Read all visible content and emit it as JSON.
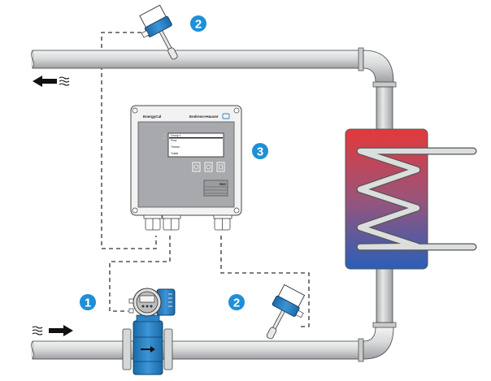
{
  "diagram": {
    "title": "Energy measurement system with flowmeter, temperature sensors and energy calculator",
    "callouts": [
      {
        "id": "callout-1",
        "number": "1",
        "refers_to": "flowmeter"
      },
      {
        "id": "callout-2-top",
        "number": "2",
        "refers_to": "temperature-sensor-return"
      },
      {
        "id": "callout-2-bottom",
        "number": "2",
        "refers_to": "temperature-sensor-supply"
      },
      {
        "id": "callout-3",
        "number": "3",
        "refers_to": "energy-calculator"
      }
    ],
    "colors": {
      "callout_blue": "#1f8fd6",
      "device_blue": "#2b82c4",
      "pipe_light": "#e6e7e8",
      "pipe_dark": "#9ea1a4",
      "exchanger_hot": "#e23a3a",
      "exchanger_cold": "#2a5fb8",
      "housing_gray": "#a7a9ac"
    },
    "flow_arrows": {
      "top": "outflow-left",
      "bottom": "inflow-right"
    },
    "energy_calculator": {
      "product_name": "EnergyCal",
      "brand": "Endress+Hauser",
      "menu_items": [
        "Group 1",
        "Flow",
        "Tmean",
        "Totals"
      ],
      "selected_item": "Group 1",
      "buttons": [
        "minus",
        "plus",
        "enter"
      ],
      "plate_text": "RMS"
    }
  }
}
